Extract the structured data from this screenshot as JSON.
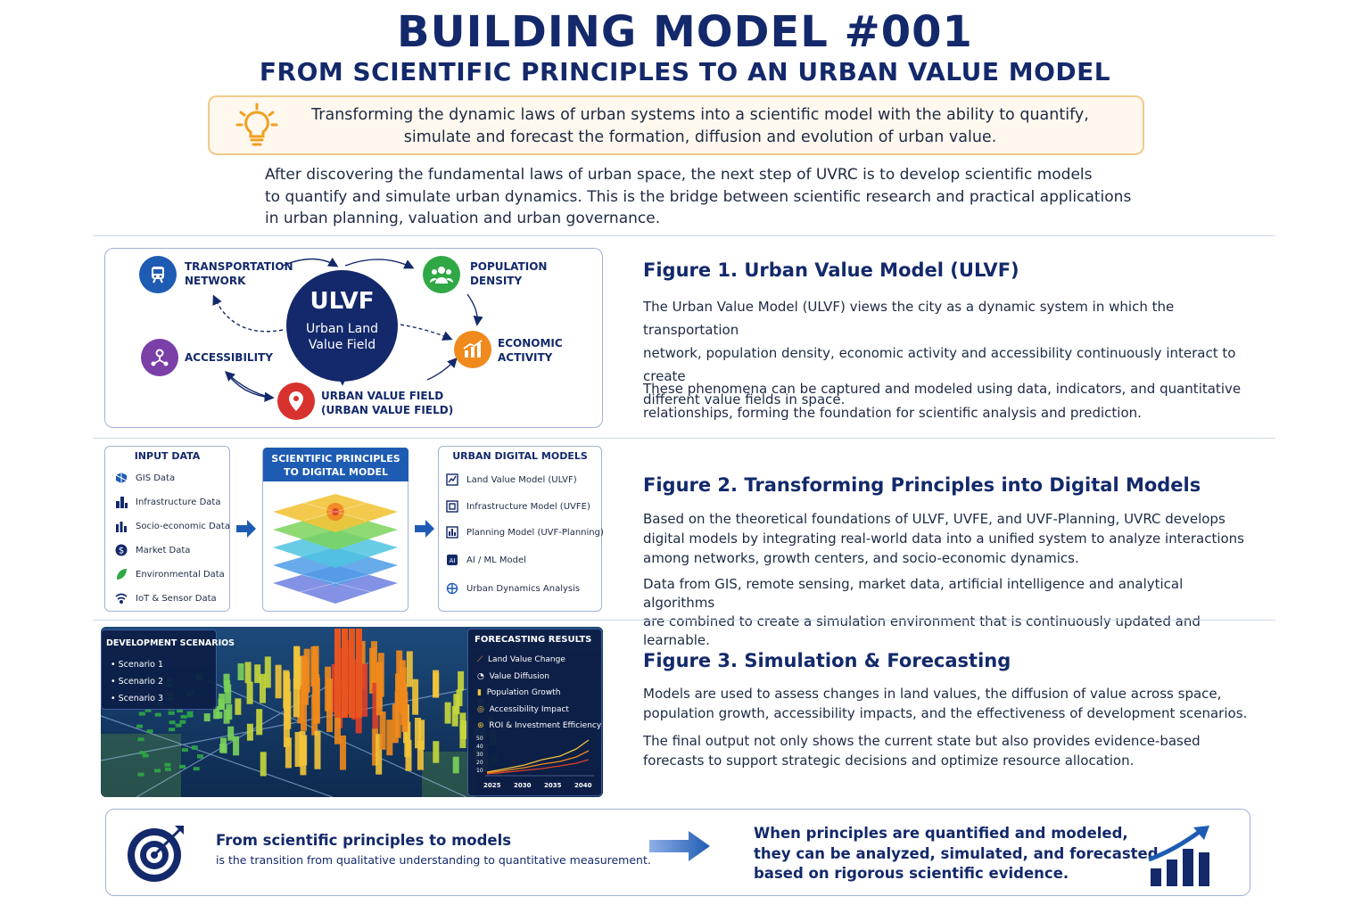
{
  "header": {
    "title": "BUILDING MODEL #001",
    "subtitle": "FROM SCIENTIFIC PRINCIPLES TO AN URBAN VALUE MODEL"
  },
  "highlight": {
    "line1": "Transforming the dynamic laws of urban systems into a scientific model with the ability to quantify,",
    "line2": "simulate and forecast the formation, diffusion and evolution of urban value."
  },
  "intro": {
    "line1": "After discovering the fundamental laws of urban space, the next step of UVRC is to develop scientific models",
    "line2": "to quantify and simulate urban dynamics. This is the bridge between scientific research and practical applications",
    "line3": "in urban planning, valuation and urban governance."
  },
  "fig1": {
    "center_title": "ULVF",
    "center_sub1": "Urban Land",
    "center_sub2": "Value Field",
    "nodes": {
      "transport_1": "TRANSPORTATION",
      "transport_2": "NETWORK",
      "population_1": "POPULATION",
      "population_2": "DENSITY",
      "economic_1": "ECONOMIC",
      "economic_2": "ACTIVITY",
      "accessibility": "ACCESSIBILITY",
      "value_field_1": "URBAN VALUE FIELD",
      "value_field_2": "(URBAN VALUE FIELD)"
    },
    "title": "Figure 1. Urban Value Model (ULVF)",
    "p1_l1": "The Urban Value Model (ULVF) views the city as a dynamic system in which the transportation",
    "p1_l2": "network, population density, economic activity and accessibility continuously interact to create",
    "p1_l3": "different value fields in space.",
    "p2_l1": "These phenomena can be captured and modeled using data, indicators, and quantitative",
    "p2_l2": "relationships, forming the foundation for scientific analysis and prediction."
  },
  "fig2": {
    "input_head": "INPUT DATA",
    "inputs": [
      "GIS Data",
      "Infrastructure Data",
      "Socio-economic Data",
      "Market Data",
      "Environmental Data",
      "IoT & Sensor Data"
    ],
    "middle_head_1": "SCIENTIFIC PRINCIPLES",
    "middle_head_2": "TO DIGITAL MODEL",
    "models_head": "URBAN DIGITAL MODELS",
    "models": [
      "Land Value Model (ULVF)",
      "Infrastructure Model (UVFE)",
      "Planning Model (UVF-Planning)",
      "AI / ML Model",
      "Urban Dynamics Analysis"
    ],
    "title": "Figure 2. Transforming Principles into Digital Models",
    "p1_l1": "Based on the theoretical foundations of ULVF, UVFE, and UVF-Planning, UVRC develops",
    "p1_l2": "digital models by integrating real-world data into a unified system to analyze interactions",
    "p1_l3": "among networks, growth centers, and socio-economic dynamics.",
    "p2_l1": "Data from GIS, remote sensing, market data, artificial intelligence and analytical algorithms",
    "p2_l2": "are combined to create a simulation environment that is continuously updated and learnable."
  },
  "fig3": {
    "dev_head": "DEVELOPMENT SCENARIOS",
    "scenarios": [
      "Scenario 1",
      "Scenario 2",
      "Scenario 3"
    ],
    "results_head": "FORECASTING RESULTS",
    "results": [
      "Land Value Change",
      "Value Diffusion",
      "Population Growth",
      "Accessibility Impact",
      "ROI & Investment Efficiency"
    ],
    "y_ticks": [
      "50",
      "40",
      "30",
      "20",
      "10"
    ],
    "x_ticks": [
      "2025",
      "2030",
      "2035",
      "2040"
    ],
    "title": "Figure 3. Simulation & Forecasting",
    "p1_l1": "Models are used to assess changes in land values, the diffusion of value across space,",
    "p1_l2": "population growth, accessibility impacts, and the effectiveness of development scenarios.",
    "p2_l1": "The final output not only shows the current state but also provides evidence-based",
    "p2_l2": "forecasts to support strategic decisions and optimize resource allocation."
  },
  "bottom": {
    "left_title": "From scientific principles to models",
    "left_sub": "is the transition from qualitative understanding to quantitative measurement.",
    "right_l1": "When principles are quantified and modeled,",
    "right_l2": "they can be analyzed, simulated, and forecasted",
    "right_l3": "based on rigorous scientific evidence."
  },
  "colors": {
    "navy": "#13296b",
    "blue": "#1e5cb3",
    "green": "#2fa845",
    "orange": "#f08a1c",
    "purple": "#7b3fa8",
    "red": "#d8322e"
  }
}
